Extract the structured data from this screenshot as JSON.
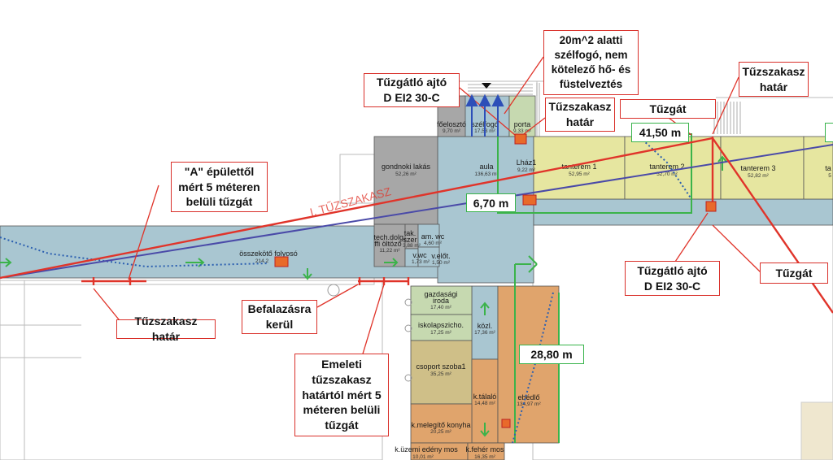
{
  "colors": {
    "corridor": "#a9c6d1",
    "grey_room": "#a7a7a7",
    "classroom": "#e6e6a0",
    "kitchen": "#e0a46c",
    "office_green": "#c6d9b0",
    "ochre": "#cfbf88",
    "fire_line": "#e0342a",
    "blue_line": "#4a4aa8",
    "green_line": "#3bb34a",
    "dotted_path": "#2b5fb0"
  },
  "callouts": {
    "a_building": "\"A\" épülettől mért 5 méteren belüli tűzgát",
    "fire_door_top_line1": "Tűzgátló ajtó",
    "fire_door_top_line2": "D EI2 30-C",
    "vestibule": "20m^2 alatti szélfogó, nem kötelező hő- és füstelveztés",
    "section_border_mid_line1": "Tűzszakasz",
    "section_border_mid_line2": "határ",
    "firewall_top": "Tűzgát",
    "section_border_right_line1": "Tűzszakasz",
    "section_border_right_line2": "határ",
    "section_border_bottom": "Tűzszakasz határ",
    "walled_in_line1": "Befalazásra",
    "walled_in_line2": "kerül",
    "upper_floor": "Emeleti tűzszakasz határtól mért 5 méteren belüli tűzgát",
    "fire_door_bottom_line1": "Tűzgátló ajtó",
    "fire_door_bottom_line2": "D EI2 30-C",
    "firewall_right": "Tűzgát"
  },
  "measurements": {
    "m1": "41,50 m",
    "m2": "6,70 m",
    "m3": "28,80 m"
  },
  "plan_label": "I. TŰZSZAKASZ",
  "rooms": {
    "foeloszto": {
      "name": "főelosztó",
      "area": "9,70 m²"
    },
    "szelfogo": {
      "name": "szélfogó",
      "area": "17,53 m²"
    },
    "porta": {
      "name": "porta",
      "area": "9,33 m²"
    },
    "gondnoki": {
      "name": "gondnoki lakás",
      "area": "52,26 m²"
    },
    "aula": {
      "name": "aula",
      "area": "136,63 m²"
    },
    "lhaz": {
      "name": "Lház1",
      "area": "9,22 m²"
    },
    "tanterem1": {
      "name": "tanterem 1",
      "area": "52,95 m²"
    },
    "tanterem2": {
      "name": "tanterem 2",
      "area": "52,70 m²"
    },
    "tanterem3": {
      "name": "tanterem 3",
      "area": "52,82 m²"
    },
    "tanterem4": {
      "name": "ta",
      "area": "5"
    },
    "techdolg": {
      "name": "tech.dolg.",
      "name2": "ffi öltöző",
      "area": "11,22 m²"
    },
    "tak": {
      "name": "tak.",
      "name2": "szer",
      "area": "3,88 m²"
    },
    "amwc": {
      "name": "am. wc",
      "area": "4,60 m²"
    },
    "vwc": {
      "name": "v.wc",
      "area": "1,73 m²"
    },
    "velot": {
      "name": "v.előt.",
      "area": "1,50 m²"
    },
    "osszekoto": {
      "name": "összekötő folyosó",
      "area": "214,2"
    },
    "gazdasagi": {
      "name": "gazdasági",
      "name2": "iroda",
      "area": "17,40 m²"
    },
    "iskolapszi": {
      "name": "iskolapszicho.",
      "area": "17,25 m²"
    },
    "kozl": {
      "name": "közl.",
      "area": "17,36 m²"
    },
    "csoport": {
      "name": "csoport szoba1",
      "area": "35,25 m²"
    },
    "ktalalo": {
      "name": "k.tálaló",
      "area": "14,48 m²"
    },
    "ebedlo": {
      "name": "ebédlő",
      "area": "134,97 m²"
    },
    "kmelegito": {
      "name": "k.melegítő konyha",
      "area": "20,25 m²"
    },
    "kuzemi": {
      "name": "k.üzemi edény mos",
      "area": "10,01 m²"
    },
    "kfeher": {
      "name": "k.fehér mos",
      "area": "16,35 m²"
    }
  }
}
